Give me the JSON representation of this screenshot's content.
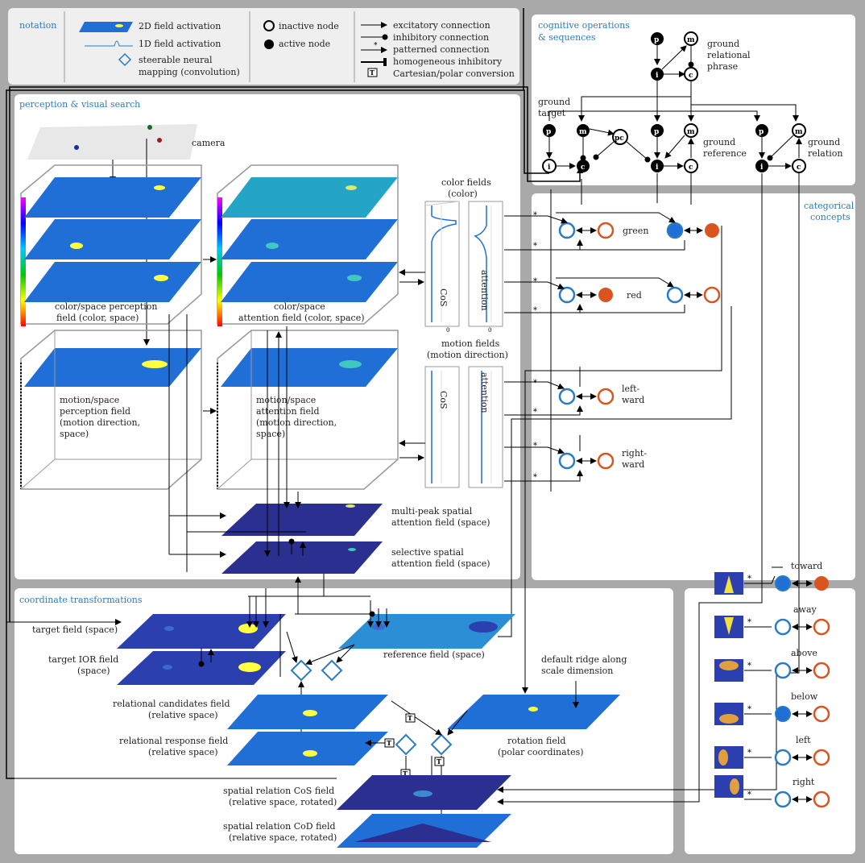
{
  "notation": {
    "title": "notation",
    "field2d": "2D field activation",
    "field1d": "1D field activation",
    "steer1": "steerable neural",
    "steer2": "mapping (convolution)",
    "inactive": "inactive node",
    "active": "active node",
    "exc": "excitatory connection",
    "inh": "inhibitory connection",
    "pat": "patterned connection",
    "hom": "homogeneous inhibitory",
    "cart": "Cartesian/polar conversion"
  },
  "cog": {
    "title1": "cognitive operations",
    "title2": "& sequences",
    "grp1": "ground",
    "grp2": "relational",
    "grp3": "phrase",
    "gt1": "ground",
    "gt2": "target",
    "gref1": "ground",
    "gref2": "reference",
    "grel1": "ground",
    "grel2": "relation",
    "p": "p",
    "m": "m",
    "i": "i",
    "c": "c",
    "pc": "pc"
  },
  "perception": {
    "title": "perception & visual search",
    "camera": "camera",
    "csp1": "color/space perception",
    "csp2": "field (color, space)",
    "csa1": "color/space",
    "csa2": "attention field (color, space)",
    "msp1": "motion/space",
    "msp2": "perception field",
    "msp3": "(motion direction,",
    "msp4": "space)",
    "msa1": "motion/space",
    "msa2": "attention field",
    "msa3": "(motion direction,",
    "msa4": "space)",
    "cf1": "color fields",
    "cf2": "(color)",
    "mf1": "motion fields",
    "mf2": "(motion direction)",
    "cos": "CoS",
    "attention": "attention",
    "zero": "0",
    "mps1": "multi-peak spatial",
    "mps2": "attention field (space)",
    "ss1": "selective spatial",
    "ss2": "attention field (space)"
  },
  "categorical": {
    "title1": "categorical",
    "title2": "concepts",
    "green": "green",
    "red": "red",
    "left1": "left-",
    "left2": "ward",
    "right1": "right-",
    "right2": "ward",
    "star": "*"
  },
  "relations": {
    "toward": "toward",
    "away": "away",
    "above": "above",
    "below": "below",
    "left": "left",
    "right": "right"
  },
  "coord": {
    "title": "coordinate transformations",
    "target": "target field (space)",
    "ior1": "target IOR field",
    "ior2": "(space)",
    "ref": "reference field (space)",
    "ridge1": "default ridge along",
    "ridge2": "scale dimension",
    "rc1": "relational candidates field",
    "rc2": "(relative space)",
    "rr1": "relational response field",
    "rr2": "(relative space)",
    "rot1": "rotation field",
    "rot2": "(polar coordinates)",
    "scos1": "spatial relation CoS field",
    "scos2": "(relative space, rotated)",
    "scod1": "spatial relation CoD field",
    "scod2": "(relative space, rotated)",
    "t": "T"
  },
  "colors": {
    "accent": "#2b7bc4",
    "orange": "#d9541e",
    "field": "#1f6fd6",
    "darkfield": "#2b2f8f",
    "peak": "#f5e72a"
  }
}
